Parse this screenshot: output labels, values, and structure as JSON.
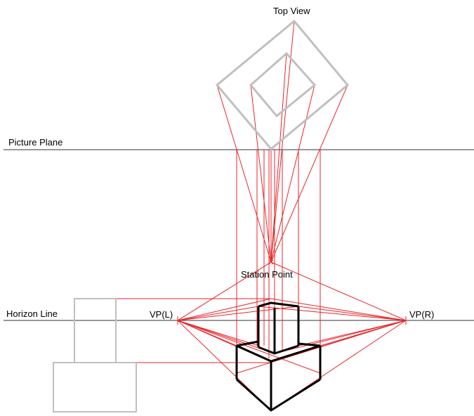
{
  "labels": {
    "top_view": "Top View",
    "picture_plane": "Picture Plane",
    "station_point": "Station Point",
    "horizon_line": "Horizon Line",
    "vp_left": "VP(L)",
    "vp_right": "VP(R)"
  },
  "colors": {
    "projector": "#e8262b",
    "plan_outline": "#c0c0c0",
    "object_outline": "#000000",
    "reference_line": "#333333"
  }
}
